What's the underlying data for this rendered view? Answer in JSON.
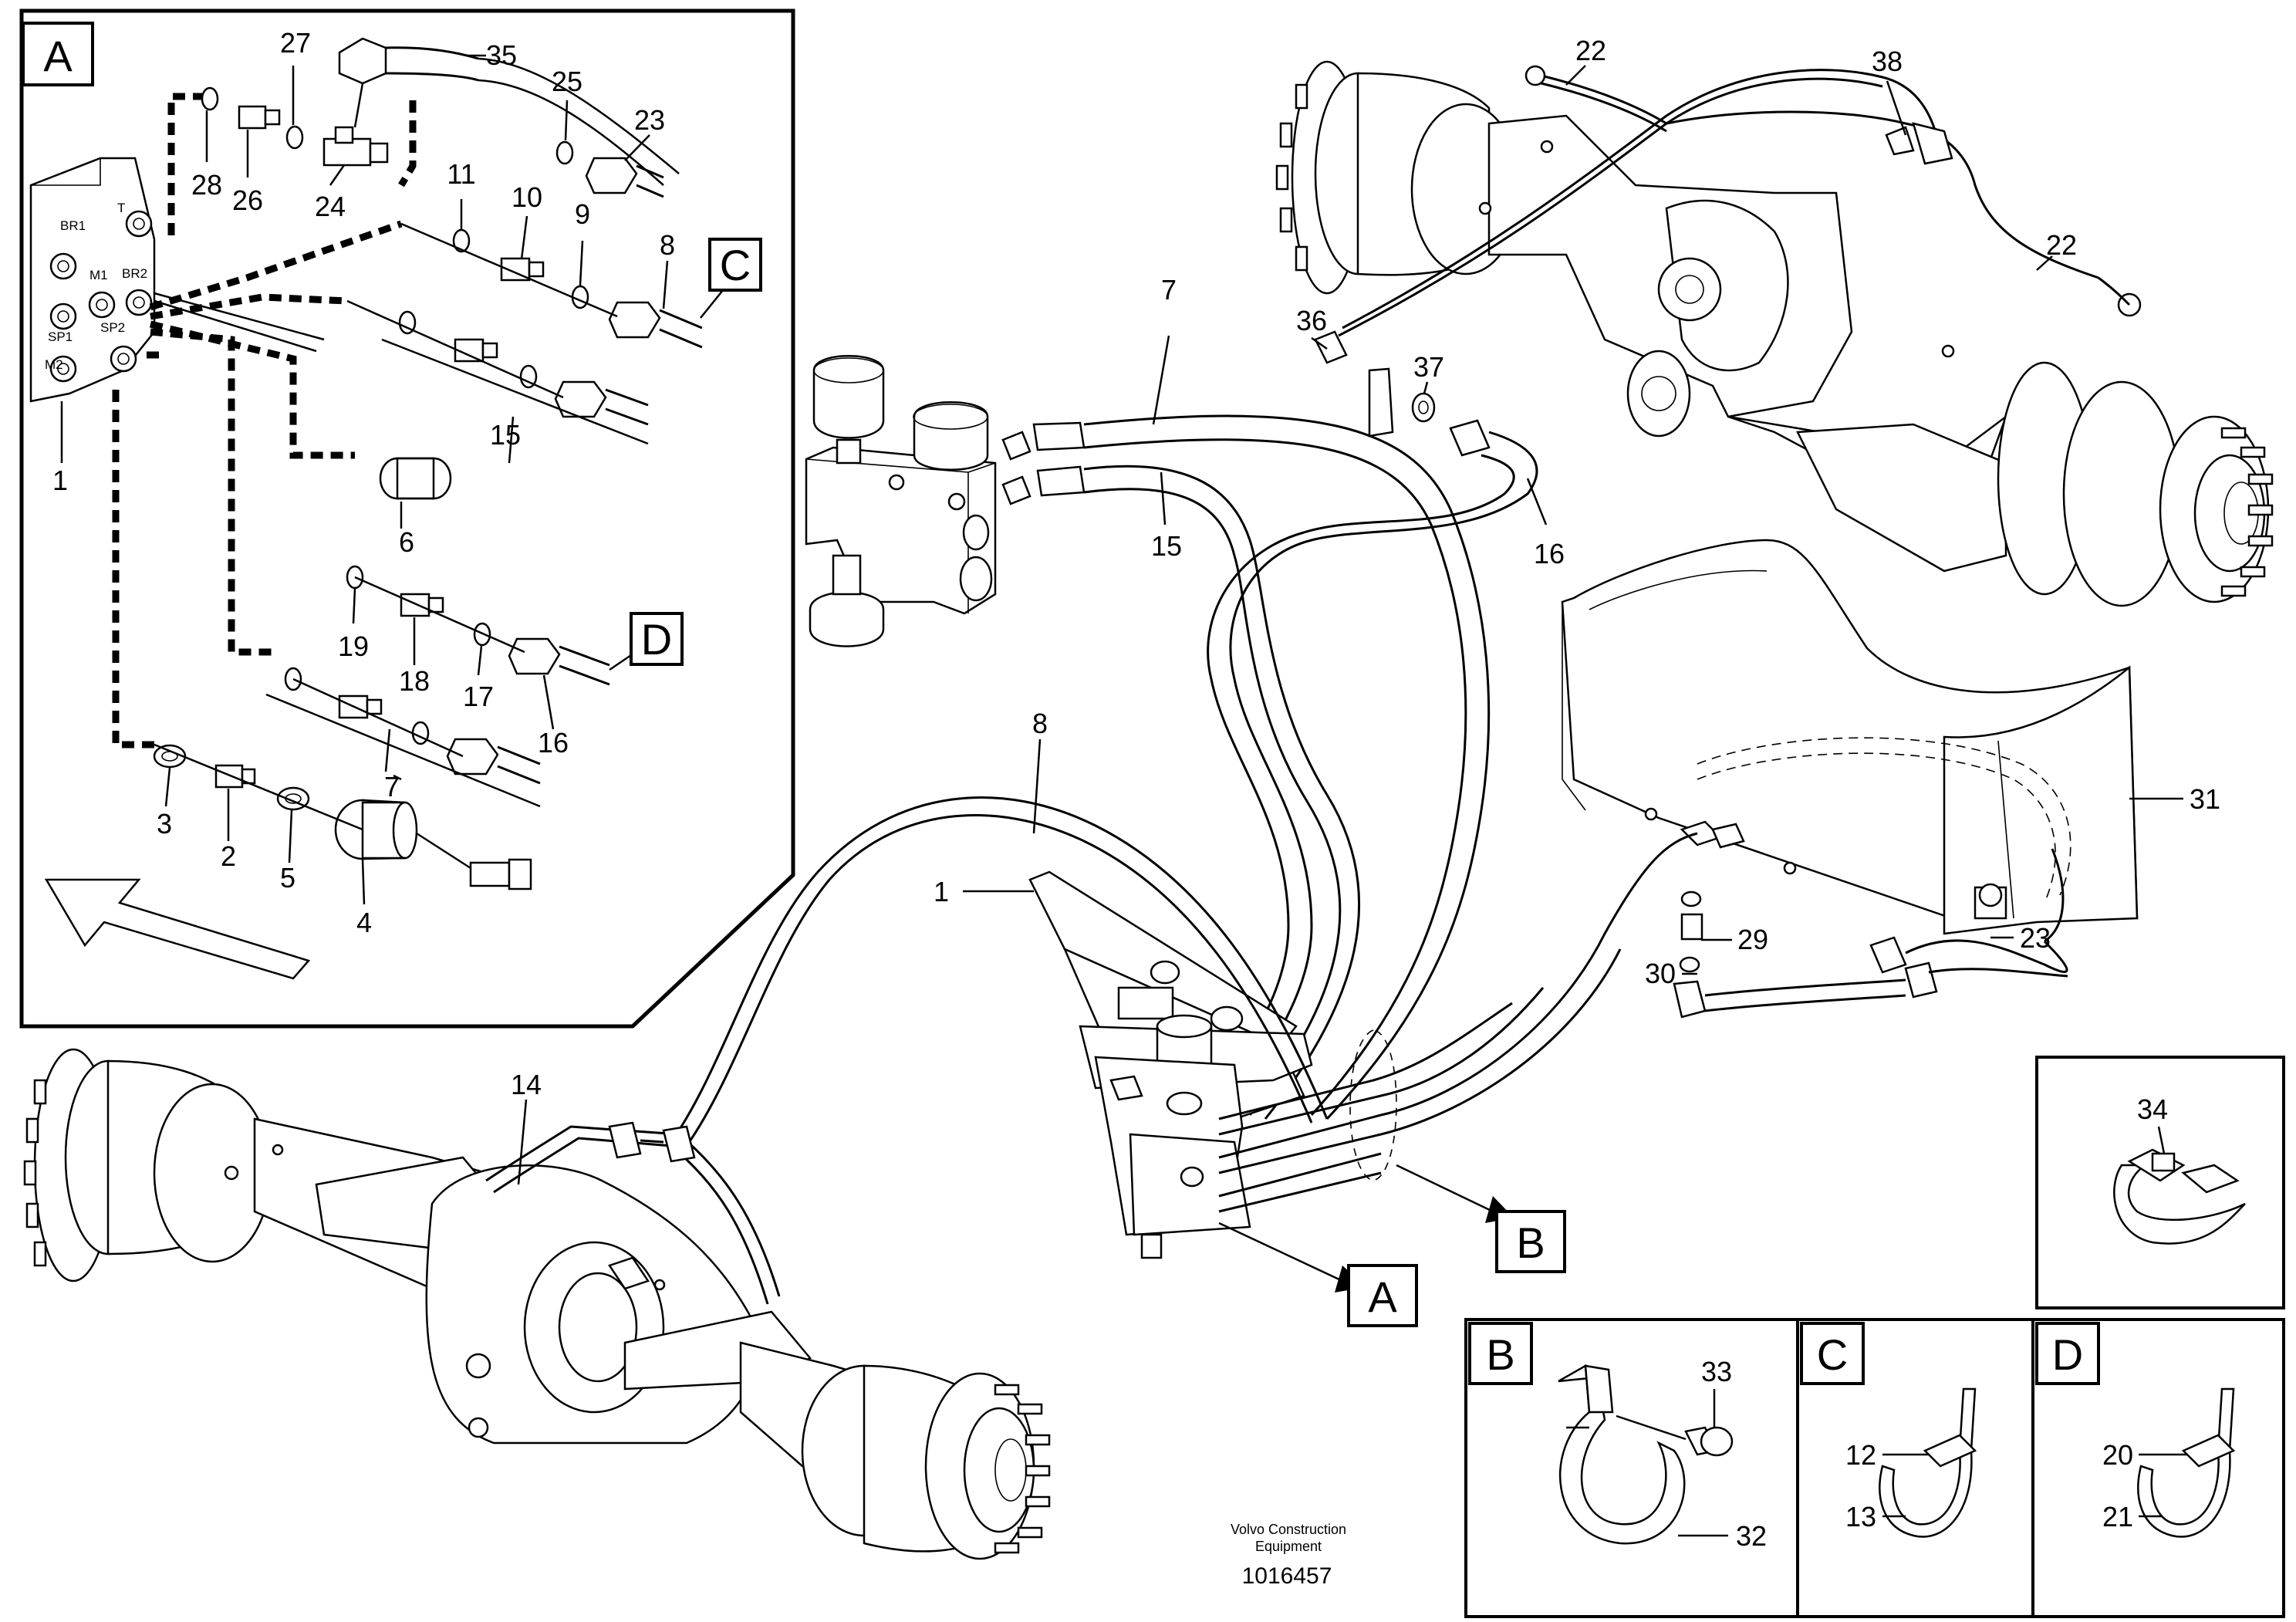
{
  "views": {
    "A": "A",
    "B": "B",
    "C": "C",
    "D": "D"
  },
  "ports": {
    "br1": "BR1",
    "t": "T",
    "m1": "M1",
    "br2": "BR2",
    "sp1": "SP1",
    "sp2": "SP2",
    "m2": "M2"
  },
  "parts": {
    "p1": "1",
    "p2": "2",
    "p3": "3",
    "p4": "4",
    "p5": "5",
    "p6": "6",
    "p7": "7",
    "p8": "8",
    "p9": "9",
    "p10": "10",
    "p11": "11",
    "p12": "12",
    "p13": "13",
    "p14": "14",
    "p15": "15",
    "p16": "16",
    "p17": "17",
    "p18": "18",
    "p19": "19",
    "p20": "20",
    "p21": "21",
    "p22": "22",
    "p23": "23",
    "p24": "24",
    "p25": "25",
    "p26": "26",
    "p27": "27",
    "p28": "28",
    "p29": "29",
    "p30": "30",
    "p31": "31",
    "p32": "32",
    "p33": "33",
    "p34": "34",
    "p35": "35",
    "p36": "36",
    "p37": "37",
    "p38": "38"
  },
  "footer": {
    "line1": "Volvo Construction",
    "line2": "Equipment",
    "doc_id": "1016457"
  }
}
